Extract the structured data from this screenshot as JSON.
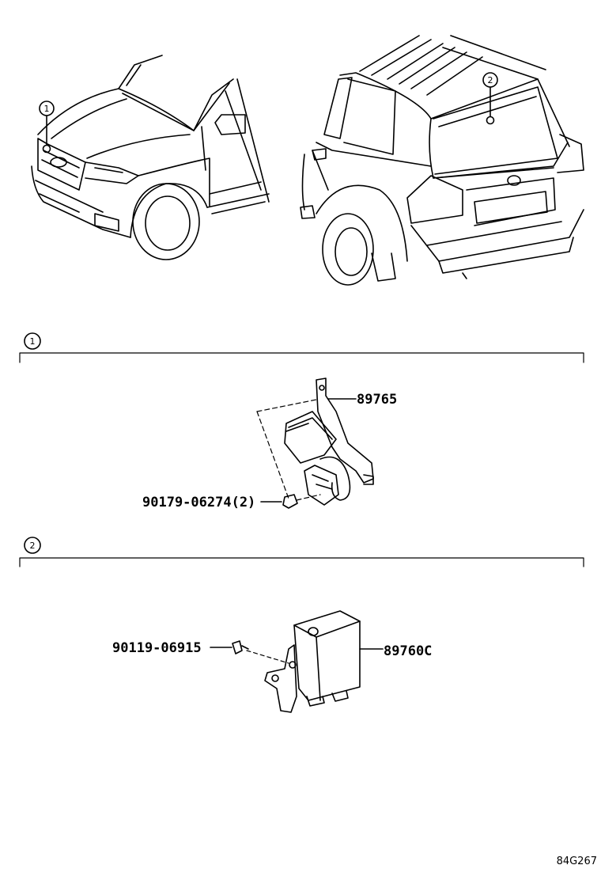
{
  "callouts": {
    "front": "1",
    "rear": "2"
  },
  "sections": [
    {
      "marker": "1",
      "parts": [
        {
          "number": "89765"
        },
        {
          "number": "90179-06274(2)"
        }
      ]
    },
    {
      "marker": "2",
      "parts": [
        {
          "number": "89760C"
        },
        {
          "number": "90119-06915"
        }
      ]
    }
  ],
  "diagram_code": "84G267"
}
